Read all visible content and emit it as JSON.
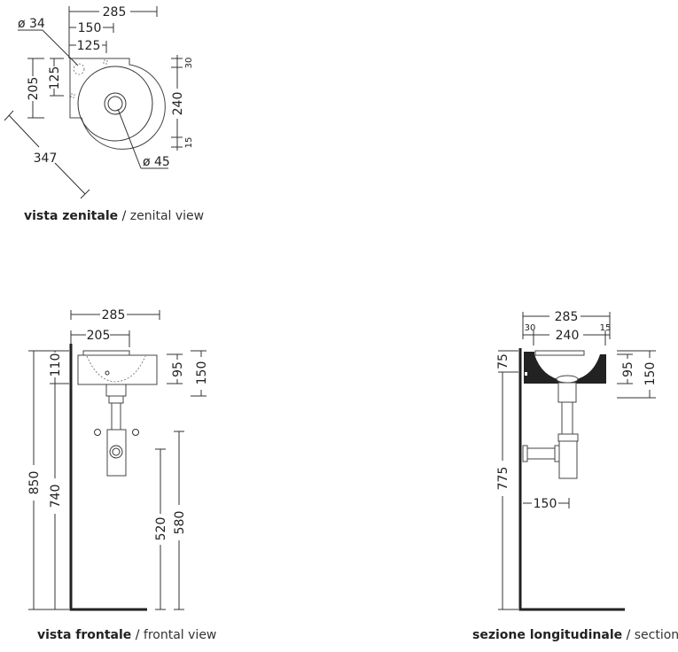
{
  "zenital": {
    "caption_bold": "vista zenitale",
    "caption_sep": " / ",
    "caption_light": "zenital view",
    "dims": {
      "width_total": "285",
      "width_150": "150",
      "width_125": "125",
      "hole_diam": "ø 34",
      "depth_205": "205",
      "depth_125": "125",
      "right_30": "30",
      "right_240": "240",
      "right_15": "15",
      "diagonal": "347",
      "drain_diam": "ø 45"
    }
  },
  "frontal": {
    "caption_bold": "vista frontale",
    "caption_sep": " / ",
    "caption_light": "frontal view",
    "dims": {
      "width_total": "285",
      "width_205": "205",
      "height_850": "850",
      "height_740": "740",
      "height_110": "110",
      "height_95": "95",
      "height_150": "150",
      "height_580": "580",
      "height_520": "520"
    }
  },
  "section": {
    "caption_bold": "sezione longitudinale",
    "caption_sep": " / ",
    "caption_light": "section",
    "dims": {
      "width_total": "285",
      "left_30": "30",
      "width_240": "240",
      "right_15": "15",
      "height_75": "75",
      "height_775": "775",
      "height_95": "95",
      "height_150": "150",
      "trap_150": "150"
    }
  }
}
